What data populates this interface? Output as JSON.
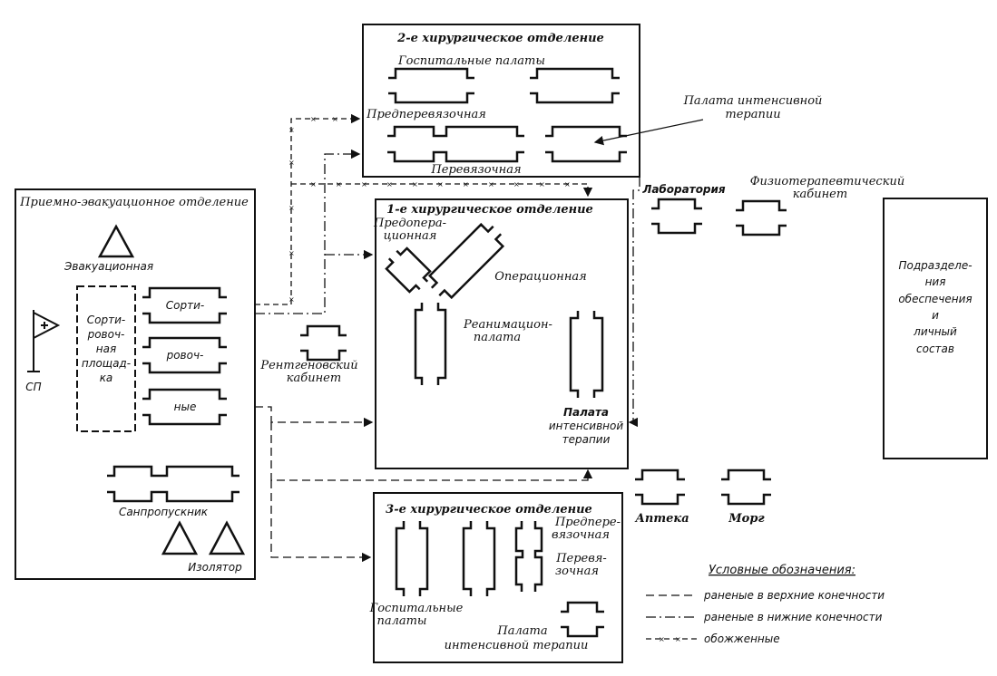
{
  "dept_admission": {
    "title": "Приемно-эвакуационное отделение",
    "evacuation": "Эвакуационная",
    "sorting_area": [
      "Сорти-",
      "ровоч-",
      "ная",
      "площад-",
      "ка"
    ],
    "sorting_rooms": [
      "Сорти-",
      "ровоч-",
      "ные"
    ],
    "sp": "СП",
    "sanitary": "Санпропускник",
    "isolator": "Изолятор"
  },
  "dept_surgery2": {
    "title": "2-е хирургическое отделение",
    "wards": "Госпитальные палаты",
    "pre_dressing": "Предперевязочная",
    "dressing": "Перевязочная",
    "icu": [
      "Палата интенсивной",
      "терапии"
    ]
  },
  "dept_surgery1": {
    "title": "1-е хирургическое отделение",
    "pre_op": [
      "Предопера-",
      "ционная"
    ],
    "operating": "Операционная",
    "recovery": [
      "Реанимацион-",
      "палата"
    ],
    "icu": [
      "Палата",
      "интенсивной",
      "терапии"
    ]
  },
  "xray": [
    "Рентгеновский",
    "кабинет"
  ],
  "laboratory": "Лаборатория",
  "physio": [
    "Физиотерапевтический",
    "кабинет"
  ],
  "support": [
    "Подразделе-",
    "ния",
    "обеспечения",
    "и",
    "личный",
    "состав"
  ],
  "pharmacy": "Аптека",
  "morgue": "Морг",
  "dept_surgery3": {
    "title": "3-е хирургическое отделение",
    "pre_dressing": [
      "Предпере-",
      "вязочная"
    ],
    "dressing": [
      "Перевя-",
      "зочная"
    ],
    "wards": [
      "Госпитальные",
      "палаты"
    ],
    "icu": [
      "Палата",
      "интенсивной терапии"
    ]
  },
  "legend": {
    "title": "Условные обозначения:",
    "items": [
      "раненые в верхние конечности",
      "раненые в нижние конечности",
      "обожженные"
    ]
  }
}
